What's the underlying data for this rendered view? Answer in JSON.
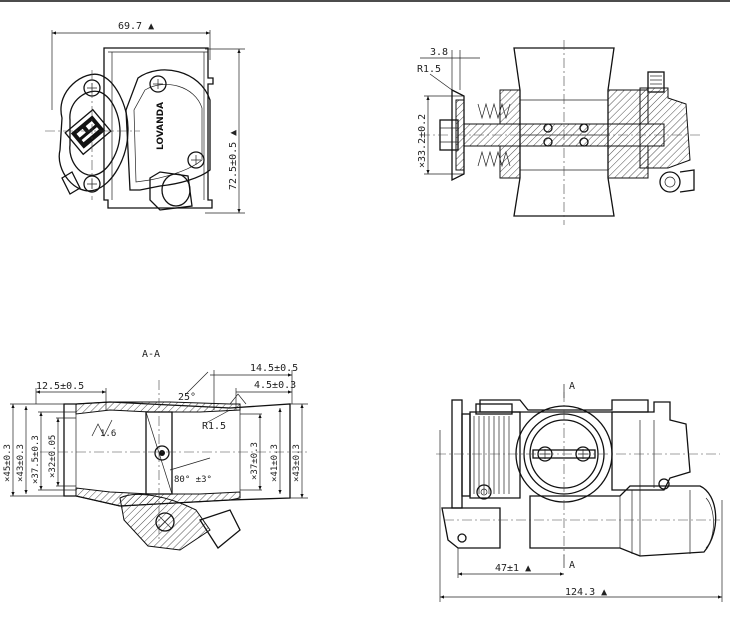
{
  "views": {
    "top_left": {
      "width_dim": "69.7 ▲",
      "height_dim": "72.5±0.5 ▲",
      "logo": "LOVANDA"
    },
    "top_right": {
      "dim_3_8": "3.8",
      "radius": "R1.5",
      "pulley_dia": "×33.2±0.2"
    },
    "bottom_left": {
      "section_label": "A-A",
      "dim_12_5": "12.5±0.5",
      "dim_14_5": "14.5±0.5",
      "dim_4_5": "4.5±0.3",
      "angle_25": "25°",
      "radius": "R1.5",
      "roughness": "1.6",
      "angle_80": "80° ±3°",
      "dia_45": "×45±0.3",
      "dia_43_left": "×43±0.3",
      "dia_37_5": "×37.5±0.3",
      "dia_32": "×32±0.05",
      "dia_37": "×37±0.3",
      "dia_41": "×41±0.3",
      "dia_43_right": "×43±0.3"
    },
    "bottom_right": {
      "section_mark_top": "A",
      "section_mark_bottom": "A",
      "dim_47": "47±1 ▲",
      "dim_124_3": "124.3 ▲"
    }
  }
}
